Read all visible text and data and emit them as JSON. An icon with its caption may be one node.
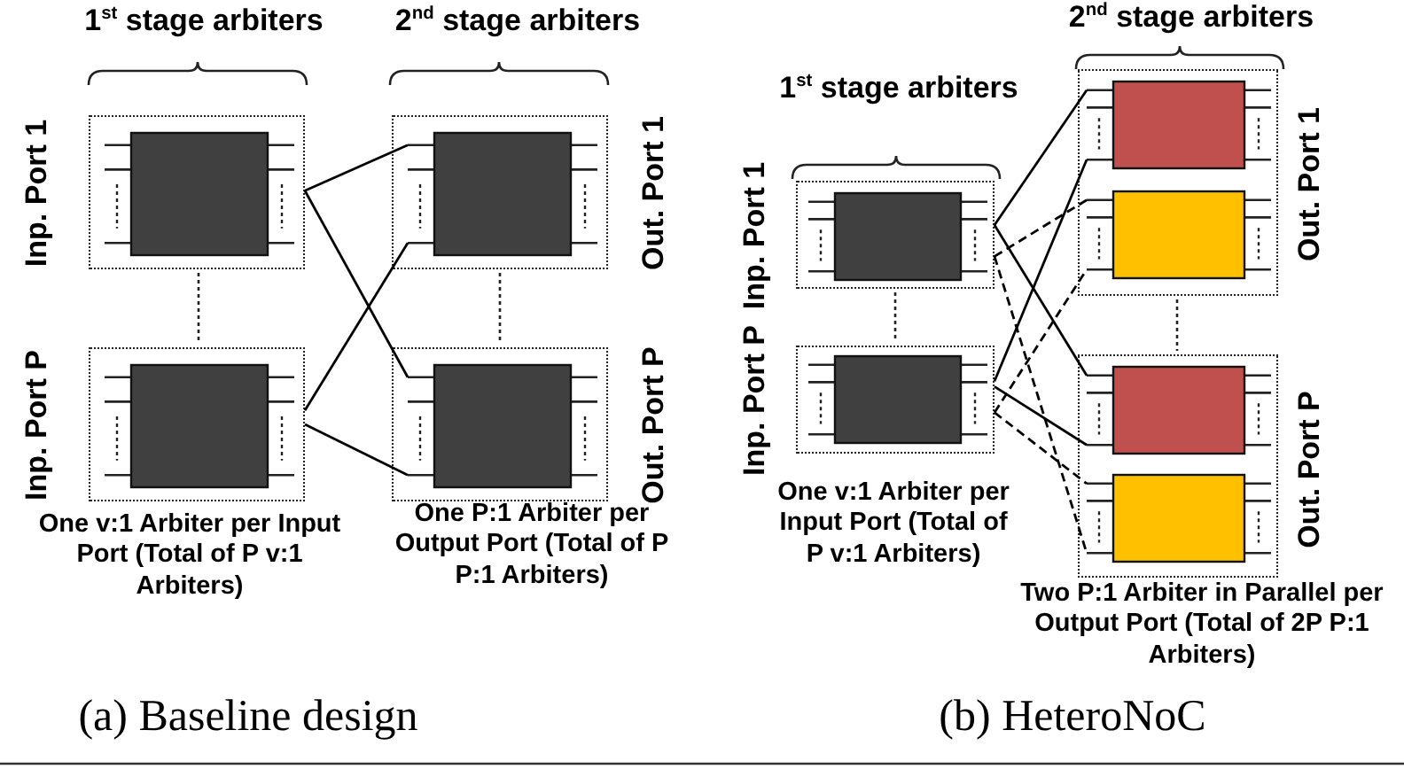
{
  "diagram": {
    "nodes": [
      {
        "text": [],
        "shape": "box",
        "beside": [
          "Inp. Port 1"
        ]
      },
      {
        "text": [],
        "shape": "box",
        "in": 0
      },
      {
        "text": [],
        "shape": "box",
        "beside": [
          "Inp. Port P"
        ]
      },
      {
        "text": [],
        "shape": "box",
        "in": 2
      },
      {
        "text": [],
        "shape": "box",
        "beside": [
          "Out. Port 1"
        ]
      },
      {
        "text": [],
        "shape": "box",
        "in": 4
      },
      {
        "text": [],
        "shape": "box",
        "beside": [
          "Out. Port P"
        ]
      },
      {
        "text": [],
        "shape": "box",
        "in": 6
      },
      {
        "text": [],
        "shape": "box",
        "beside": [
          "Inp. Port 1"
        ]
      },
      {
        "text": [],
        "shape": "box",
        "in": 8
      },
      {
        "text": [],
        "shape": "box",
        "beside": [
          "Inp. Port P"
        ]
      },
      {
        "text": [],
        "shape": "box",
        "in": 10
      },
      {
        "text": [],
        "shape": "box",
        "beside": [
          "Out. Port 1"
        ]
      },
      {
        "text": [],
        "shape": "box",
        "in": 12
      },
      {
        "text": [],
        "shape": "box",
        "in": 12
      },
      {
        "text": [],
        "shape": "box",
        "beside": [
          "Out. Port P"
        ]
      },
      {
        "text": [],
        "shape": "box",
        "in": 15
      },
      {
        "text": [],
        "shape": "box",
        "in": 15
      }
    ],
    "edges": [
      {
        "from": 0,
        "to": 5,
        "arrow": "none"
      },
      {
        "from": 0,
        "to": 7,
        "arrow": "none"
      },
      {
        "from": 2,
        "to": 5,
        "arrow": "none"
      },
      {
        "from": 2,
        "to": 7,
        "arrow": "none"
      },
      {
        "from": 8,
        "to": 13,
        "arrow": "none"
      },
      {
        "from": 8,
        "to": 16,
        "arrow": "none"
      },
      {
        "from": 10,
        "to": 13,
        "arrow": "none"
      },
      {
        "from": 10,
        "to": 16,
        "arrow": "none"
      },
      {
        "from": 8,
        "to": 14,
        "arrow": "none",
        "style": "dashed"
      },
      {
        "from": 8,
        "to": 17,
        "arrow": "none",
        "style": "dashed"
      },
      {
        "from": 10,
        "to": 14,
        "arrow": "none",
        "style": "dashed"
      },
      {
        "from": 10,
        "to": 17,
        "arrow": "none",
        "style": "dashed"
      }
    ],
    "labels": [
      "1$^{st}$ stage arbiters",
      "2$^{nd}$ stage arbiters",
      "One v:1 Arbiter per Input Port (Total of P v:1 Arbiters)",
      "One P:1 Arbiter per Output Port (Total of P P:1 Arbiters)",
      "2$^{nd}$ stage arbiters",
      "1$^{st}$ stage arbiters",
      "One v:1 Arbiter per Input Port (Total of P v:1 Arbiters)",
      "Two P:1 Arbiter in Parallel per Output Port (Total of 2P P:1 Arbiters)",
      "(a) Baseline design",
      "(b) HeteroNoC"
    ]
  }
}
